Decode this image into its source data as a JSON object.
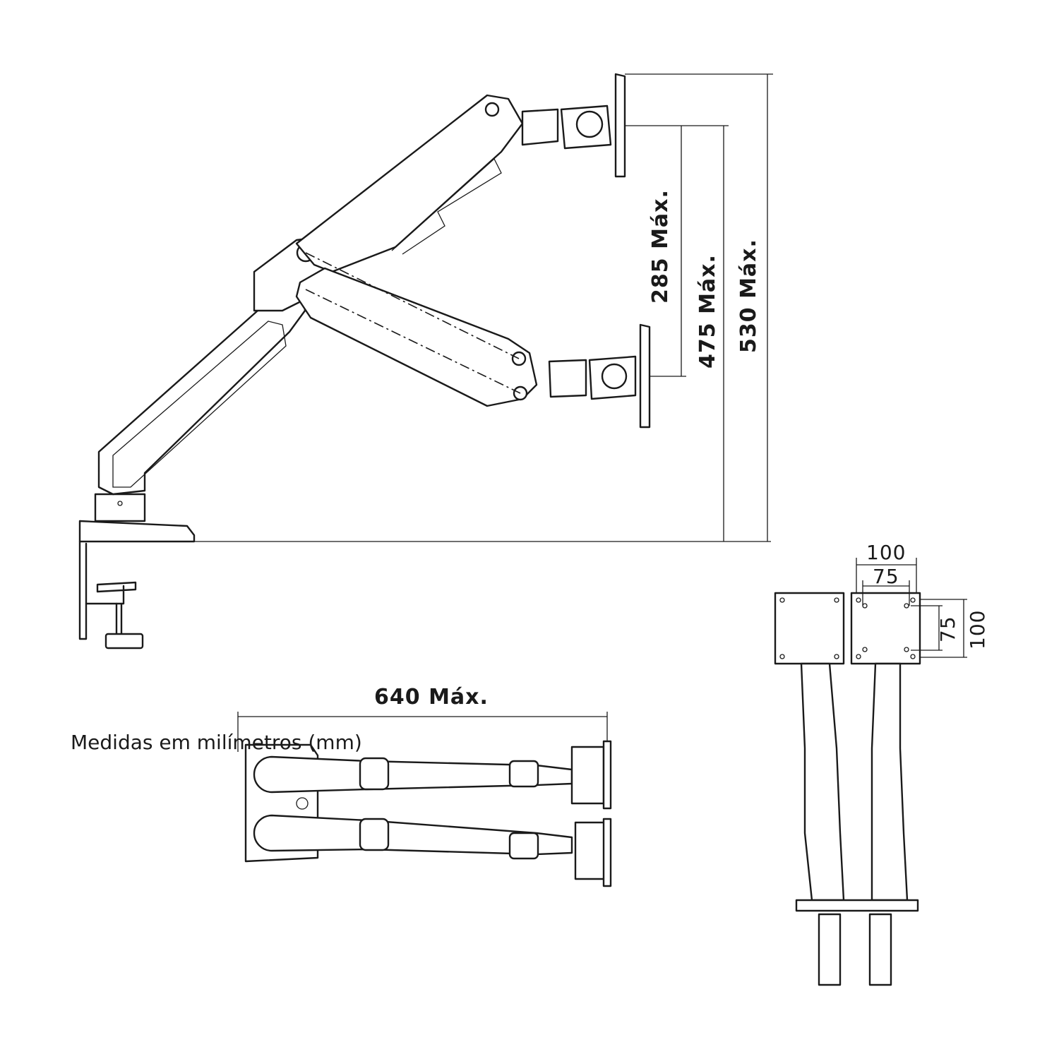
{
  "dimensions": {
    "height_upper": "285 Máx.",
    "height_mid": "475 Máx.",
    "height_total": "530 Máx.",
    "reach": "640 Máx.",
    "vesa_outer_w": "100",
    "vesa_inner_w": "75",
    "vesa_inner_h": "75",
    "vesa_outer_h": "100"
  },
  "caption": "Medidas em milímetros (mm)"
}
